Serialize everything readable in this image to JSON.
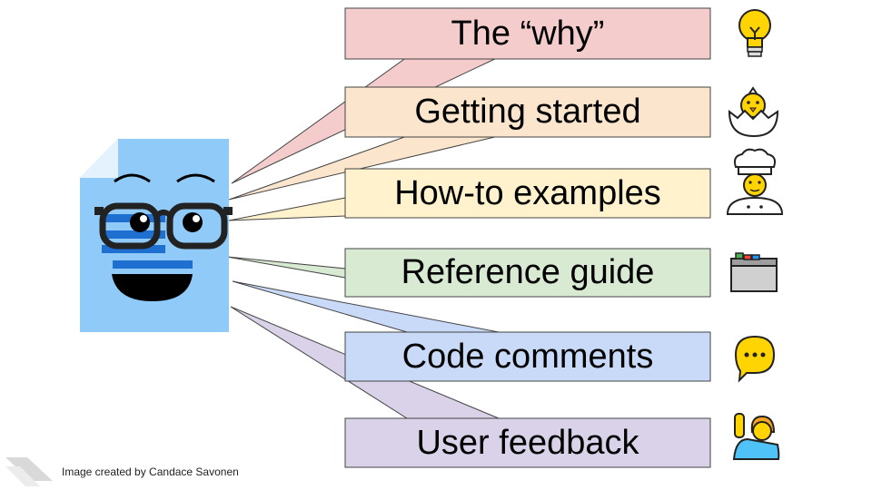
{
  "items": [
    {
      "label": "The “why”",
      "color": "#f4cccc",
      "icon": "light-bulb-icon"
    },
    {
      "label": "Getting started",
      "color": "#fce5cd",
      "icon": "hatching-chick-icon"
    },
    {
      "label": "How-to examples",
      "color": "#fff2cc",
      "icon": "cook-icon"
    },
    {
      "label": "Reference guide",
      "color": "#d9ead3",
      "icon": "browser-window-icon"
    },
    {
      "label": "Code comments",
      "color": "#c9daf8",
      "icon": "speech-bubble-icon"
    },
    {
      "label": "User feedback",
      "color": "#d9d2e9",
      "icon": "person-raising-hand-icon"
    }
  ],
  "credit": "Image created by Candace Savonen",
  "document_color": "#90caf9"
}
